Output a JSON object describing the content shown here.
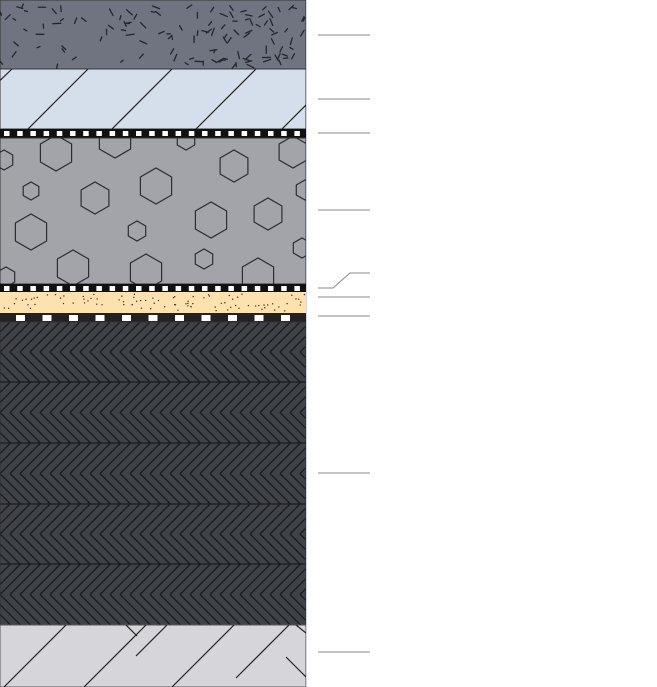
{
  "diagram": {
    "title": "",
    "layers": [
      {
        "id": "asphalt-wearing-course",
        "pattern": "speckle",
        "fill": "#6f7480",
        "label": ""
      },
      {
        "id": "asphalt-binder-course",
        "pattern": "hatch",
        "fill": "#d5dfec",
        "label": ""
      },
      {
        "id": "membrane-top",
        "pattern": "dashed-band",
        "fill": "#111111",
        "label": ""
      },
      {
        "id": "aggregate-base",
        "pattern": "hexagons",
        "fill": "#a3a4a9",
        "label": ""
      },
      {
        "id": "membrane-middle",
        "pattern": "dashed-band",
        "fill": "#111111",
        "label": ""
      },
      {
        "id": "sand-layer",
        "pattern": "sand-dots",
        "fill": "#fde2b0",
        "label": ""
      },
      {
        "id": "membrane-bottom",
        "pattern": "dashed-band",
        "fill": "#222222",
        "label": ""
      },
      {
        "id": "compacted-subbase",
        "pattern": "herringbone",
        "fill": "#3f4247",
        "label": ""
      },
      {
        "id": "subgrade",
        "pattern": "diagonal-lines",
        "fill": "#d6d6da",
        "label": ""
      }
    ],
    "colors": {
      "stroke": "#333333",
      "leader": "#888888",
      "background": "#ffffff"
    }
  }
}
